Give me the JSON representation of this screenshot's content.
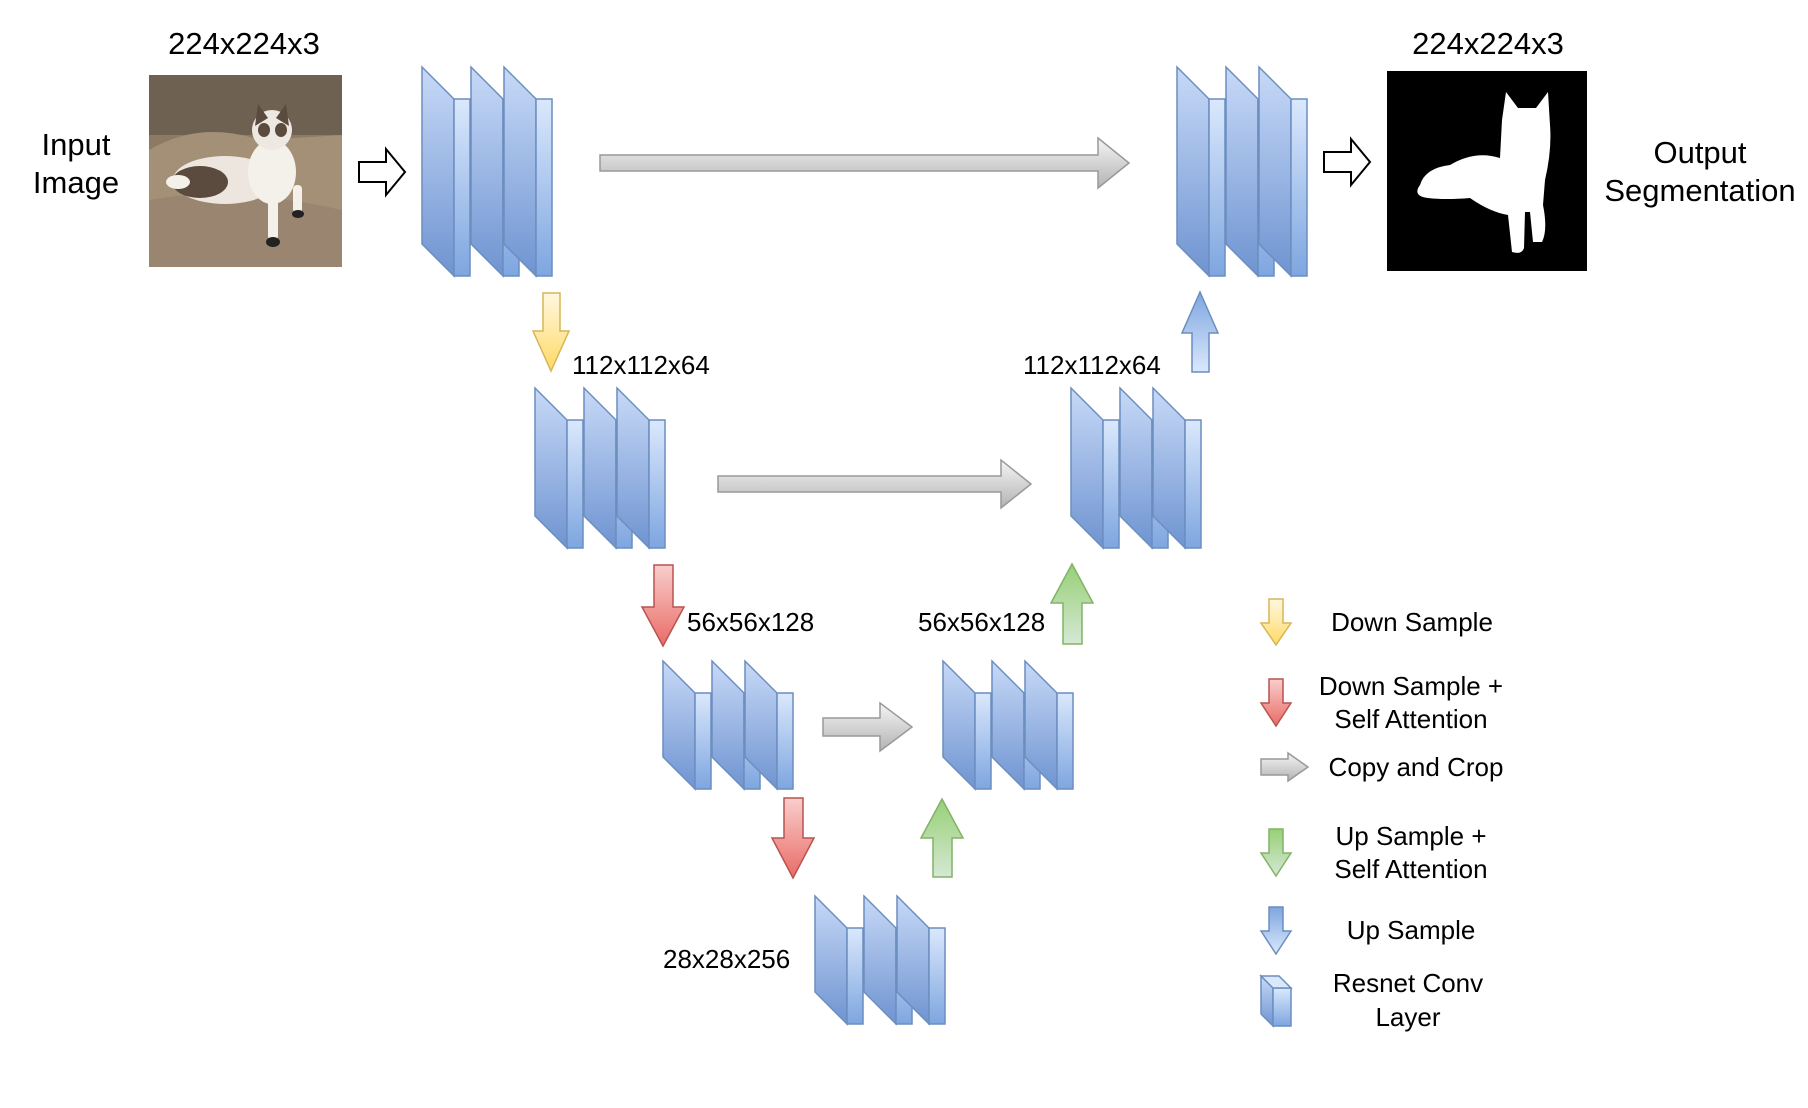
{
  "colors": {
    "block_front": "#a7bfe6",
    "block_side": "#d8e5f8",
    "block_edge": "#6c8ebf",
    "yellow": "#fff2cc",
    "yellow_edge": "#d6b656",
    "red": "#f19c99",
    "red_edge": "#b85450",
    "green": "#b9e0a5",
    "green_edge": "#82b366",
    "gray": "#e6e6e6",
    "gray_edge": "#999999",
    "blue": "#c3d4f3",
    "blue_edge": "#6c8ebf"
  },
  "input": {
    "dims": "224x224x3",
    "label_line1": "Input",
    "label_line2": "Image",
    "image": "cat-photo"
  },
  "output": {
    "dims": "224x224x3",
    "label_line1": "Output",
    "label_line2": "Segmentation",
    "image": "cat-segmentation-mask"
  },
  "levels": {
    "enc_112": "112x112x64",
    "dec_112": "112x112x64",
    "enc_56": "56x56x128",
    "dec_56": "56x56x128",
    "bottleneck": "28x28x256"
  },
  "legend": {
    "down_sample": "Down Sample",
    "down_attn_line1": "Down Sample +",
    "down_attn_line2": "Self Attention",
    "copy_crop": "Copy and Crop",
    "up_attn_line1": "Up Sample +",
    "up_attn_line2": "Self Attention",
    "up_sample": "Up Sample",
    "resnet_line1": "Resnet Conv",
    "resnet_line2": "Layer"
  }
}
